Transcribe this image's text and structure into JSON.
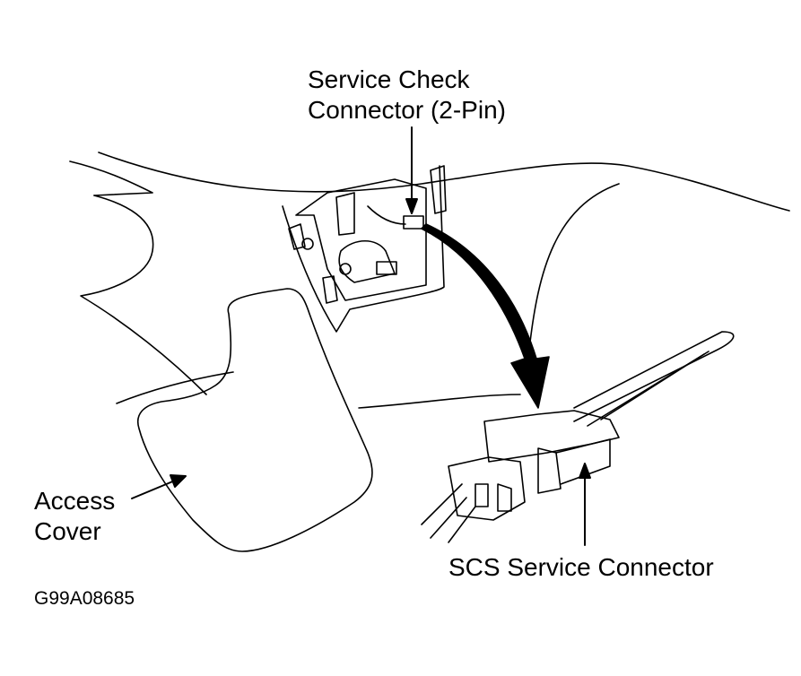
{
  "labels": {
    "service_check_line1": "Service Check",
    "service_check_line2": "Connector (2-Pin)",
    "access_line1": "Access",
    "access_line2": "Cover",
    "scs": "SCS Service Connector"
  },
  "figure_code": "G99A08685",
  "colors": {
    "line": "#000000",
    "background": "#ffffff"
  }
}
